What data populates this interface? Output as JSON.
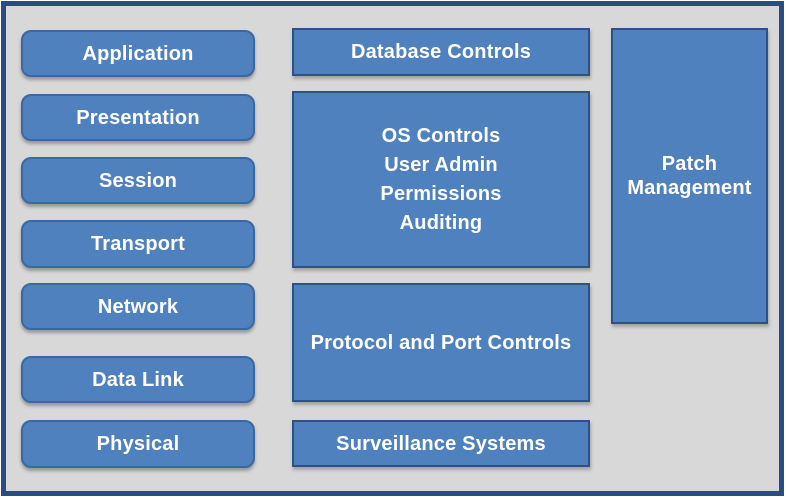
{
  "colors": {
    "box_fill": "#4E81BD",
    "rounded_border": "#3A68A0",
    "rect_border": "#2D5186",
    "frame_border": "#2B4C7E",
    "canvas_background": "#D8D8D8",
    "text": "#FFFFFF"
  },
  "left_column": {
    "items": [
      {
        "label": "Application"
      },
      {
        "label": "Presentation"
      },
      {
        "label": "Session"
      },
      {
        "label": "Transport"
      },
      {
        "label": "Network"
      },
      {
        "label": "Data Link"
      },
      {
        "label": "Physical"
      }
    ]
  },
  "middle_column": {
    "database_box": {
      "label": "Database Controls"
    },
    "os_box": {
      "lines": [
        "OS Controls",
        "User Admin",
        "Permissions",
        "Auditing"
      ]
    },
    "protocol_box": {
      "label": "Protocol and Port Controls"
    },
    "surveillance_box": {
      "label": "Surveillance Systems"
    }
  },
  "right_column": {
    "patch_box": {
      "label": "Patch Management"
    }
  }
}
